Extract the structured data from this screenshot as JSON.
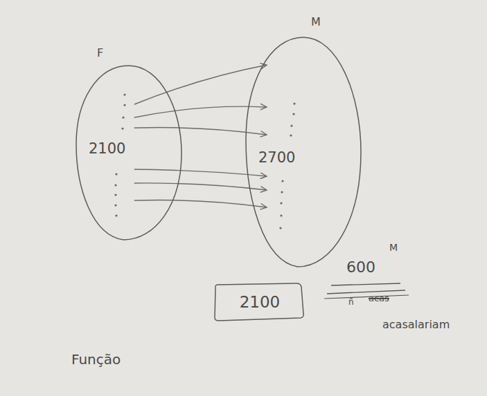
{
  "diagram": {
    "nodes": [
      {
        "text": [
          "F",
          "2100"
        ]
      },
      {
        "text": [
          "M",
          "2700"
        ]
      },
      {
        "text": [
          "2100"
        ]
      }
    ],
    "edges": [
      {
        "from": 0,
        "to": 1,
        "arrow": "to"
      },
      {
        "from": 0,
        "to": 1,
        "arrow": "to"
      },
      {
        "from": 0,
        "to": 1,
        "arrow": "to"
      },
      {
        "from": 0,
        "to": 1,
        "arrow": "to"
      },
      {
        "from": 0,
        "to": 1,
        "arrow": "to"
      },
      {
        "from": 0,
        "to": 1,
        "arrow": "to"
      }
    ],
    "labels": [
      "600",
      "M",
      "ñ",
      "acas",
      "acasalariam",
      "Função"
    ]
  }
}
